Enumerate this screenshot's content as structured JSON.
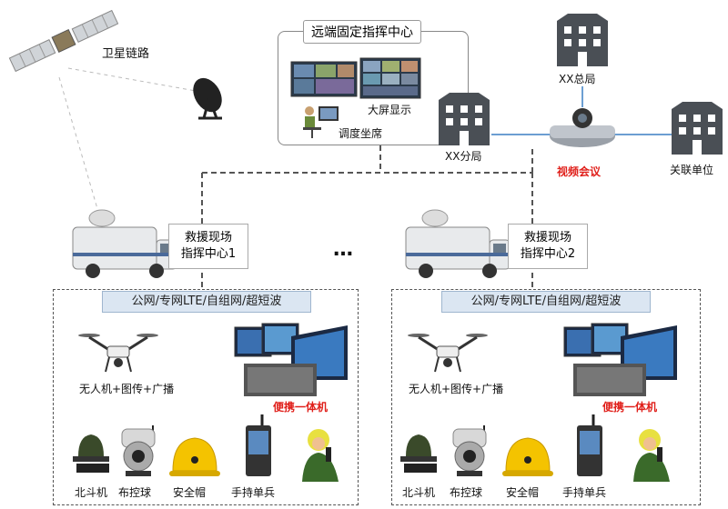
{
  "satellite_link": "卫星链路",
  "remote_center": {
    "title": "远端固定指挥中心",
    "big_screen": "大屏显示",
    "dispatch_seat": "调度坐席"
  },
  "hq": "XX总局",
  "branch": "XX分局",
  "video_conf": "视频会议",
  "related_unit": "关联单位",
  "ellipsis": "…",
  "site1": {
    "label_line1": "救援现场",
    "label_line2": "指挥中心1",
    "network": "公网/专网LTE/自组网/超短波",
    "drone": "无人机+图传+广播",
    "portable": "便携一体机",
    "beidou": "北斗机",
    "ball_cam": "布控球",
    "helmet": "安全帽",
    "handheld": "手持单兵"
  },
  "site2": {
    "label_line1": "救援现场",
    "label_line2": "指挥中心2",
    "network": "公网/专网LTE/自组网/超短波",
    "drone": "无人机+图传+广播",
    "portable": "便携一体机",
    "beidou": "北斗机",
    "ball_cam": "布控球",
    "helmet": "安全帽",
    "handheld": "手持单兵"
  },
  "colors": {
    "building": "#4a4f55",
    "accent_red": "#e0201b",
    "net_bar": "#dbe6f2",
    "helmet": "#f4c300"
  }
}
